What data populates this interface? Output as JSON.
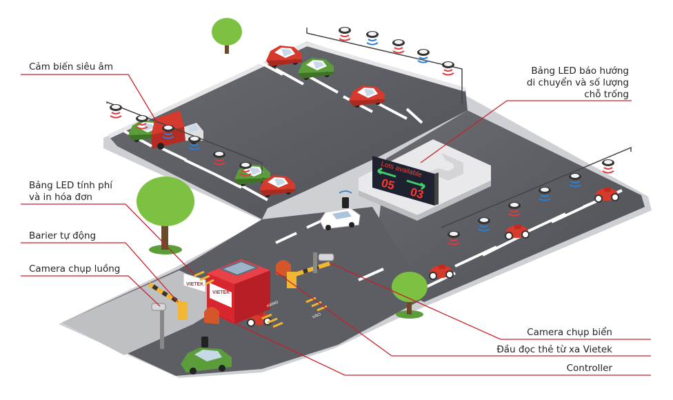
{
  "labels": {
    "ultrasonic_sensor": "Cảm biến siêu âm",
    "led_direction_lines": [
      "Bảng LED báo hướng",
      "di chuyển và số lượng",
      "chỗ trống"
    ],
    "fee_led_lines": [
      "Bảng LED tính phí",
      "và in hóa đơn"
    ],
    "auto_barrier": "Barier tự động",
    "lane_camera": "Camera chụp luồng",
    "plate_camera": "Camera chụp biển",
    "card_reader": "Đầu đọc thẻ từ xa Vietek",
    "controller": "Controller"
  },
  "led_board": {
    "header": "Lots available",
    "left_count": "05",
    "right_count": "03"
  },
  "booth": {
    "brand": "VIETEK"
  },
  "fee_sign": {
    "brand": "VIETEK"
  },
  "road_markings": [
    "HÀNG",
    "VÀO"
  ],
  "colors": {
    "label_line": "#c8202a",
    "asphalt": "#5f6166",
    "curb": "#d9d9dc",
    "car_red": "#d63a2c",
    "car_green": "#5a9d3a",
    "tree": "#7cc142",
    "booth_red": "#d8262e",
    "barrier_yellow": "#f2b632",
    "sensor_red": "#e03a3e",
    "sensor_blue": "#2a7fd4",
    "led_text": "#ff3b30"
  }
}
